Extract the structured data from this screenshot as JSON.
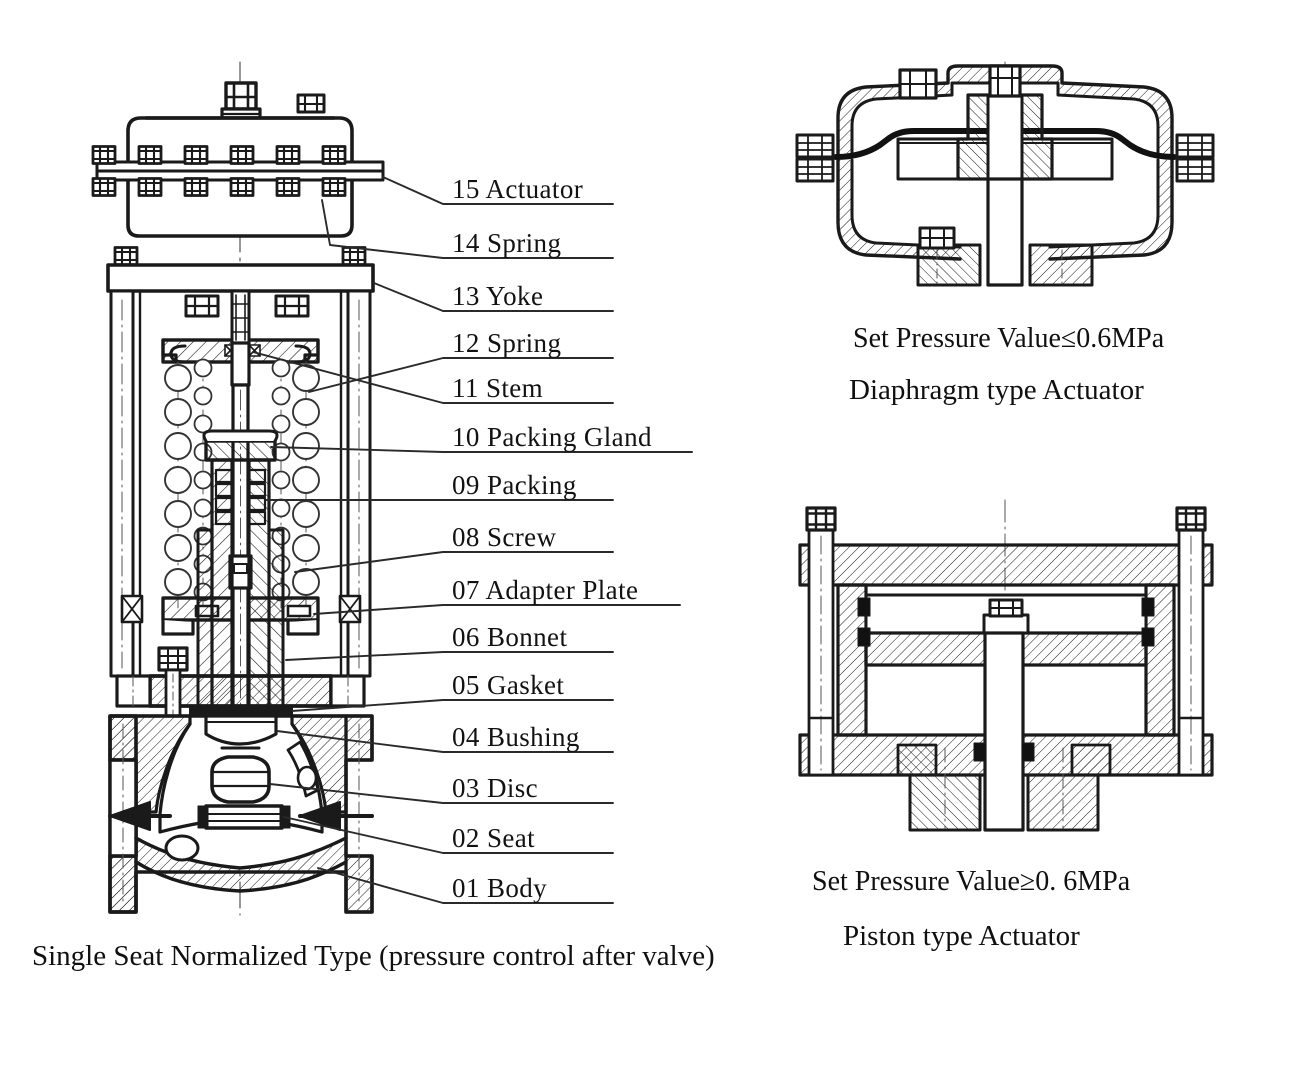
{
  "figure": {
    "title_left": "Single Seat Normalized Type (pressure control after valve)",
    "ink_color": "#1a1a1a",
    "background": "#ffffff"
  },
  "parts_list": [
    {
      "num": "15",
      "name": "Actuator",
      "label": "15 Actuator"
    },
    {
      "num": "14",
      "name": "Spring",
      "label": "14 Spring"
    },
    {
      "num": "13",
      "name": "Yoke",
      "label": "13 Yoke"
    },
    {
      "num": "12",
      "name": "Spring",
      "label": "12 Spring"
    },
    {
      "num": "11",
      "name": "Stem",
      "label": "11 Stem"
    },
    {
      "num": "10",
      "name": "Packing  Gland",
      "label": "10 Packing  Gland"
    },
    {
      "num": "09",
      "name": "Packing",
      "label": "09 Packing"
    },
    {
      "num": "08",
      "name": "Screw",
      "label": "08 Screw"
    },
    {
      "num": "07",
      "name": "Adapter Plate",
      "label": "07 Adapter Plate"
    },
    {
      "num": "06",
      "name": "Bonnet",
      "label": "06 Bonnet"
    },
    {
      "num": "05",
      "name": "Gasket",
      "label": "05 Gasket"
    },
    {
      "num": "04",
      "name": "Bushing",
      "label": "04 Bushing"
    },
    {
      "num": "03",
      "name": "Disc",
      "label": "03  Disc"
    },
    {
      "num": "02",
      "name": "Seat",
      "label": "02  Seat"
    },
    {
      "num": "01",
      "name": "Body",
      "label": "01  Body"
    }
  ],
  "right_panels": {
    "diaphragm": {
      "pressure_note": "Set Pressure Value≤0.6MPa",
      "caption": "Diaphragm type Actuator"
    },
    "piston": {
      "pressure_note": "Set Pressure Value≥0. 6MPa",
      "caption": "Piston type Actuator"
    }
  }
}
